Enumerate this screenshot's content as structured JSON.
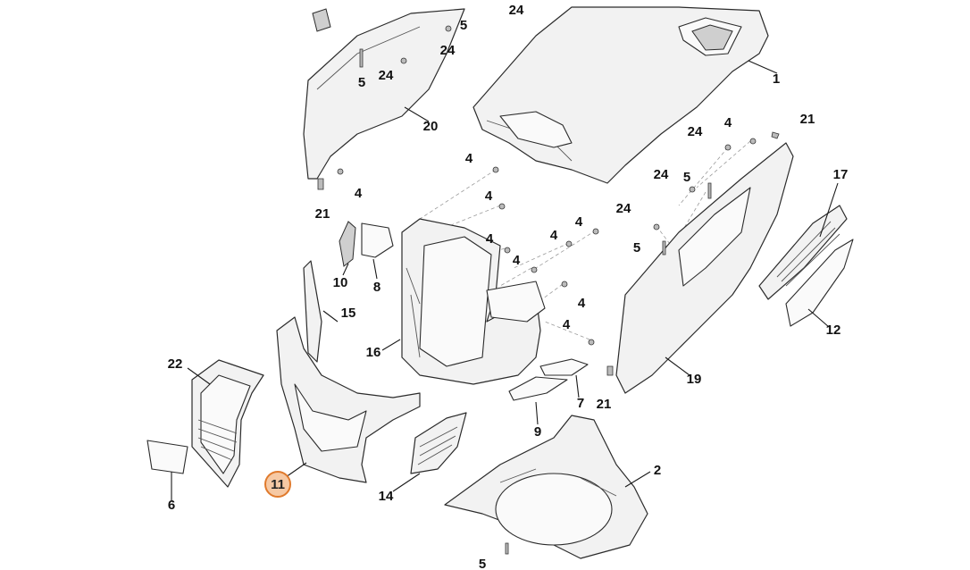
{
  "diagram": {
    "highlight_color": "#e07a2c",
    "highlighted_part": "11",
    "labels": {
      "p1": "1",
      "p2": "2",
      "p4a": "4",
      "p4b": "4",
      "p4c": "4",
      "p4d": "4",
      "p4e": "4",
      "p4f": "4",
      "p4g": "4",
      "p4h": "4",
      "p4i": "4",
      "p4j": "4",
      "p5a": "5",
      "p5b": "5",
      "p5c": "5",
      "p5d": "5",
      "p5e": "5",
      "p6": "6",
      "p7": "7",
      "p8": "8",
      "p9": "9",
      "p10": "10",
      "p11": "11",
      "p12": "12",
      "p14": "14",
      "p15": "15",
      "p16": "16",
      "p17": "17",
      "p19": "19",
      "p20": "20",
      "p21a": "21",
      "p21b": "21",
      "p21c": "21",
      "p22": "22",
      "p24a": "24",
      "p24b": "24",
      "p24c": "24",
      "p24d": "24",
      "p24e": "24",
      "p24f": "24"
    }
  }
}
